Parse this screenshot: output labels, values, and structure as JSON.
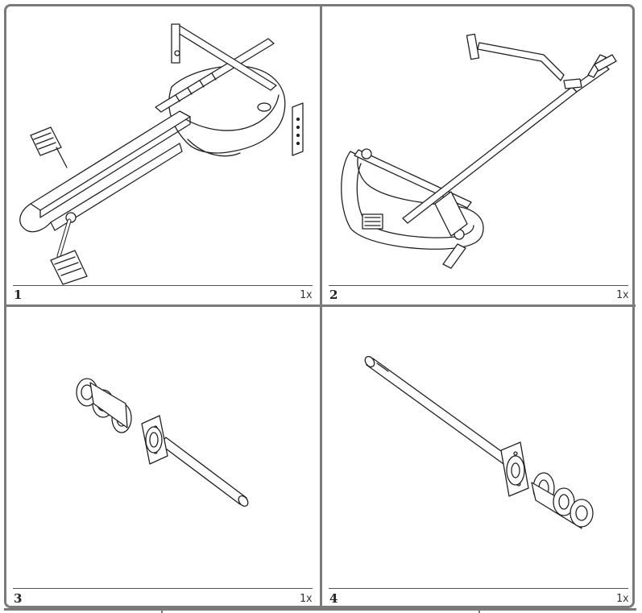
{
  "panels": [
    {
      "number": "1",
      "quantity": "1x",
      "part": "rower frame assembly"
    },
    {
      "number": "2",
      "quantity": "1x",
      "part": "handlebar and seat frame assembly"
    },
    {
      "number": "3",
      "quantity": "1x",
      "part": "axle with bushings (left)"
    },
    {
      "number": "4",
      "quantity": "1x",
      "part": "axle with bushings (right)"
    }
  ],
  "colors": {
    "border": "#7a7a7a",
    "line": "#222222",
    "fill": "#ffffff",
    "shade": "#9a9a9a"
  }
}
